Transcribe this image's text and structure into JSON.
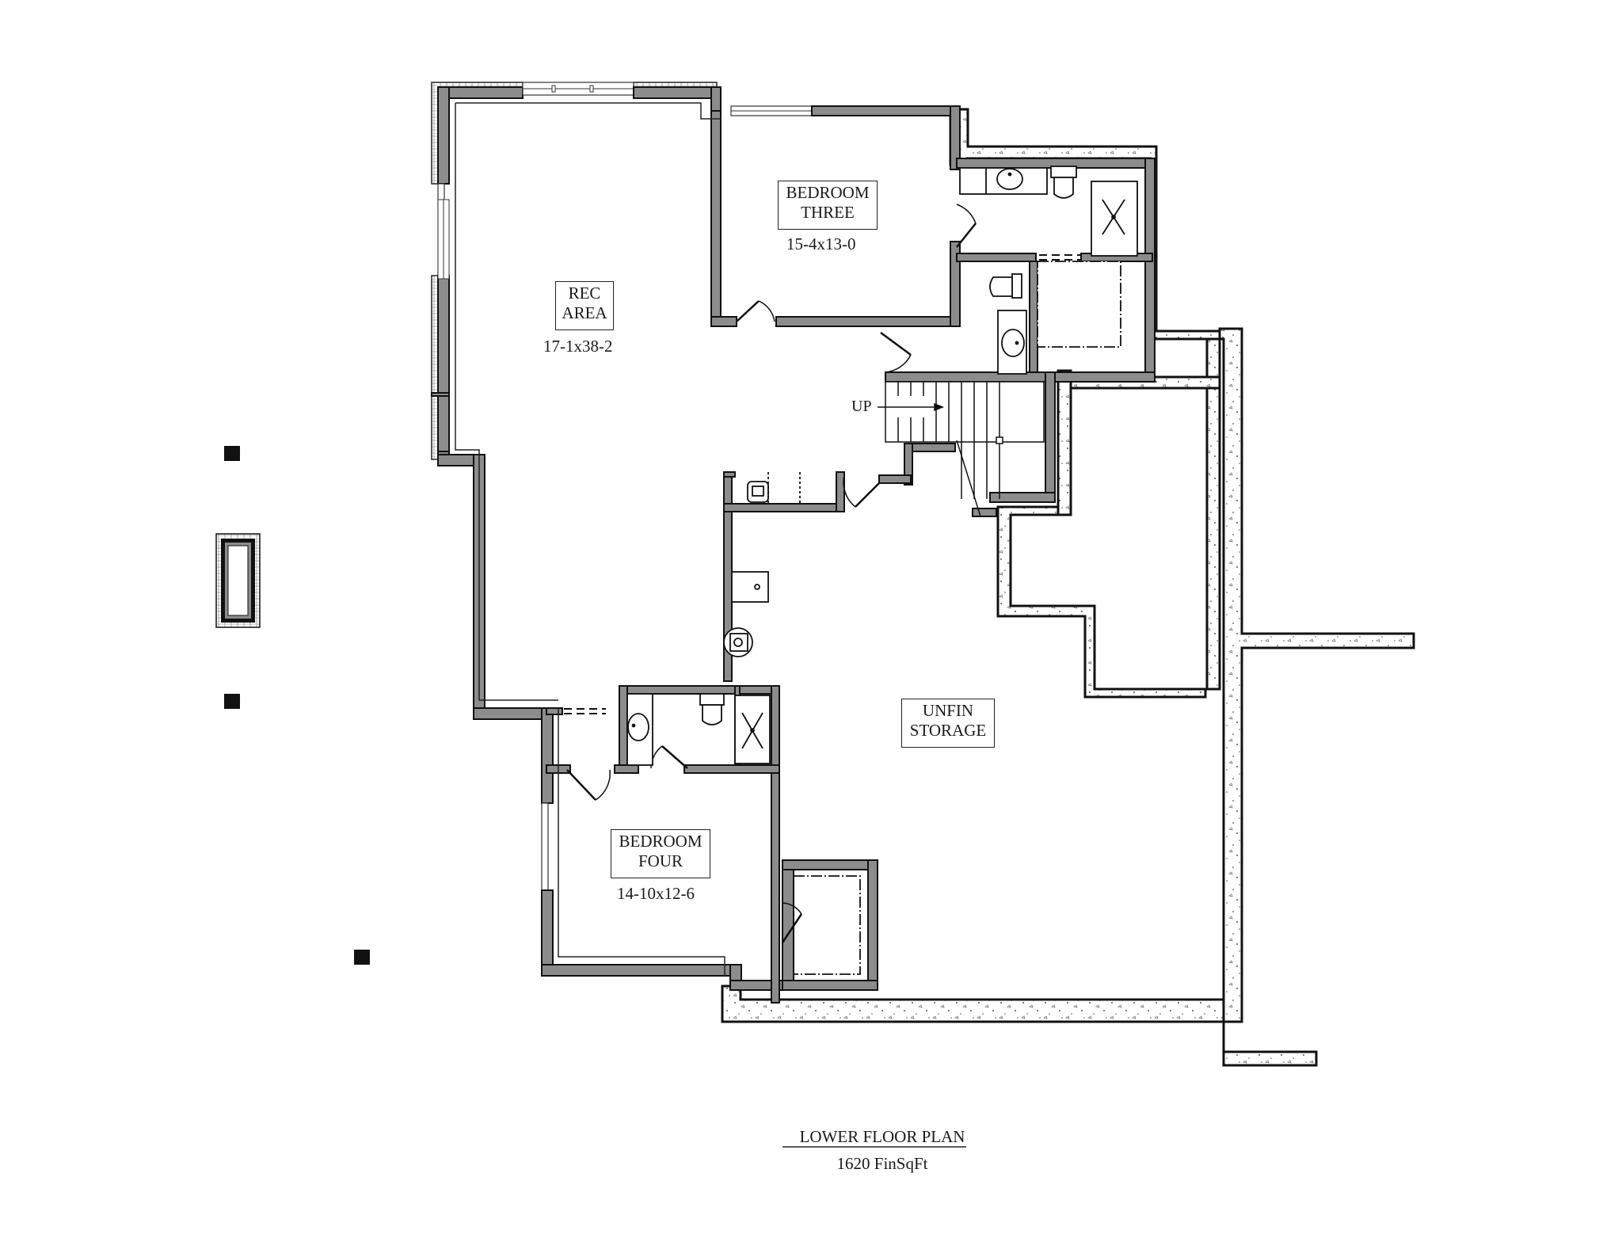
{
  "plan": {
    "title": "LOWER FLOOR PLAN",
    "subtitle": "1620 FinSqFt"
  },
  "rooms": [
    {
      "id": "rec-area",
      "line1": "REC",
      "line2": "AREA",
      "dimensions": "17-1x38-2"
    },
    {
      "id": "bedroom-three",
      "line1": "BEDROOM",
      "line2": "THREE",
      "dimensions": "15-4x13-0"
    },
    {
      "id": "bedroom-four",
      "line1": "BEDROOM",
      "line2": "FOUR",
      "dimensions": "14-10x12-6"
    },
    {
      "id": "unfin-storage",
      "line1": "UNFIN",
      "line2": "STORAGE",
      "dimensions": ""
    }
  ],
  "stairs": {
    "direction_label": "UP"
  },
  "colors": {
    "wall_fill": "#8c8c8c",
    "wall_outline": "#111111",
    "foundation_fill": "#ffffff",
    "background": "#ffffff"
  }
}
